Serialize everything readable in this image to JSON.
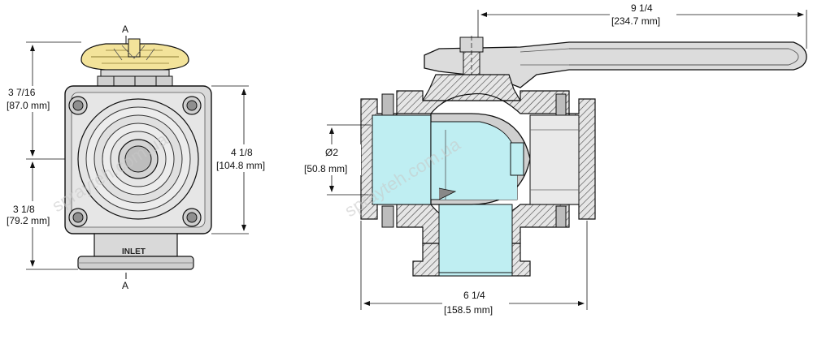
{
  "front_view": {
    "section_label_top": "A",
    "section_label_bottom": "A",
    "inlet_label": "INLET",
    "dim_upper_height": {
      "fraction": "3 7/16",
      "metric": "[87.0 mm]"
    },
    "dim_lower_height": {
      "fraction": "3 1/8",
      "metric": "[79.2 mm]"
    },
    "dim_body_height": {
      "fraction": "4 1/8",
      "metric": "[104.8 mm]"
    }
  },
  "section_view": {
    "dim_overall_length": {
      "fraction": "9 1/4",
      "metric": "[234.7 mm]"
    },
    "dim_port_diameter": {
      "fraction": "Ø2",
      "metric": "[50.8 mm]"
    },
    "dim_body_length": {
      "fraction": "6 1/4",
      "metric": "[158.5 mm]"
    }
  },
  "watermark": "sprayteh.com.ua",
  "colors": {
    "line": "#111111",
    "body_fill": "#d9d9d9",
    "body_face": "#ececec",
    "handle_fill": "#f3e39a",
    "flow_fill": "#bfeef2",
    "hatch": "#555555"
  }
}
